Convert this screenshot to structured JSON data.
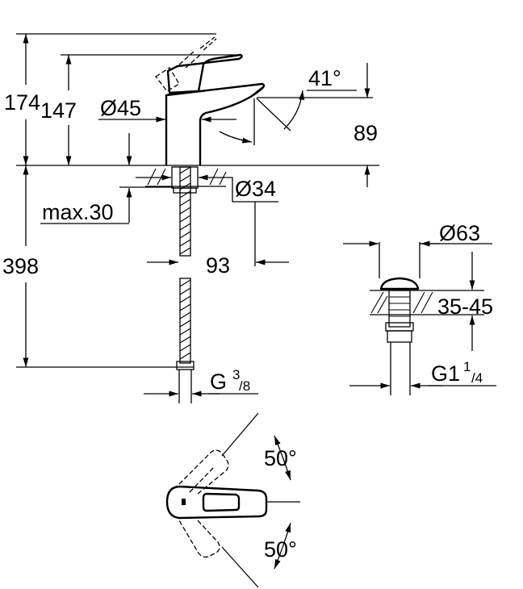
{
  "drawing": {
    "side_view": {
      "total_height": "174",
      "spout_height": "147",
      "body_diameter": "Ø45",
      "spout_angle": "41°",
      "spout_reach_height": "89",
      "hole_diameter": "Ø34",
      "max_deck_thickness": "max.30",
      "projection": "93",
      "hose_length": "398",
      "connection": {
        "prefix": "G",
        "num": "3",
        "den": "/8"
      }
    },
    "waste_view": {
      "cap_diameter": "Ø63",
      "deck_range": "35-45",
      "thread": {
        "prefix": "G1",
        "num": "1",
        "den": "/4"
      }
    },
    "top_view": {
      "angle_upper": "50°",
      "angle_lower": "50°"
    }
  }
}
